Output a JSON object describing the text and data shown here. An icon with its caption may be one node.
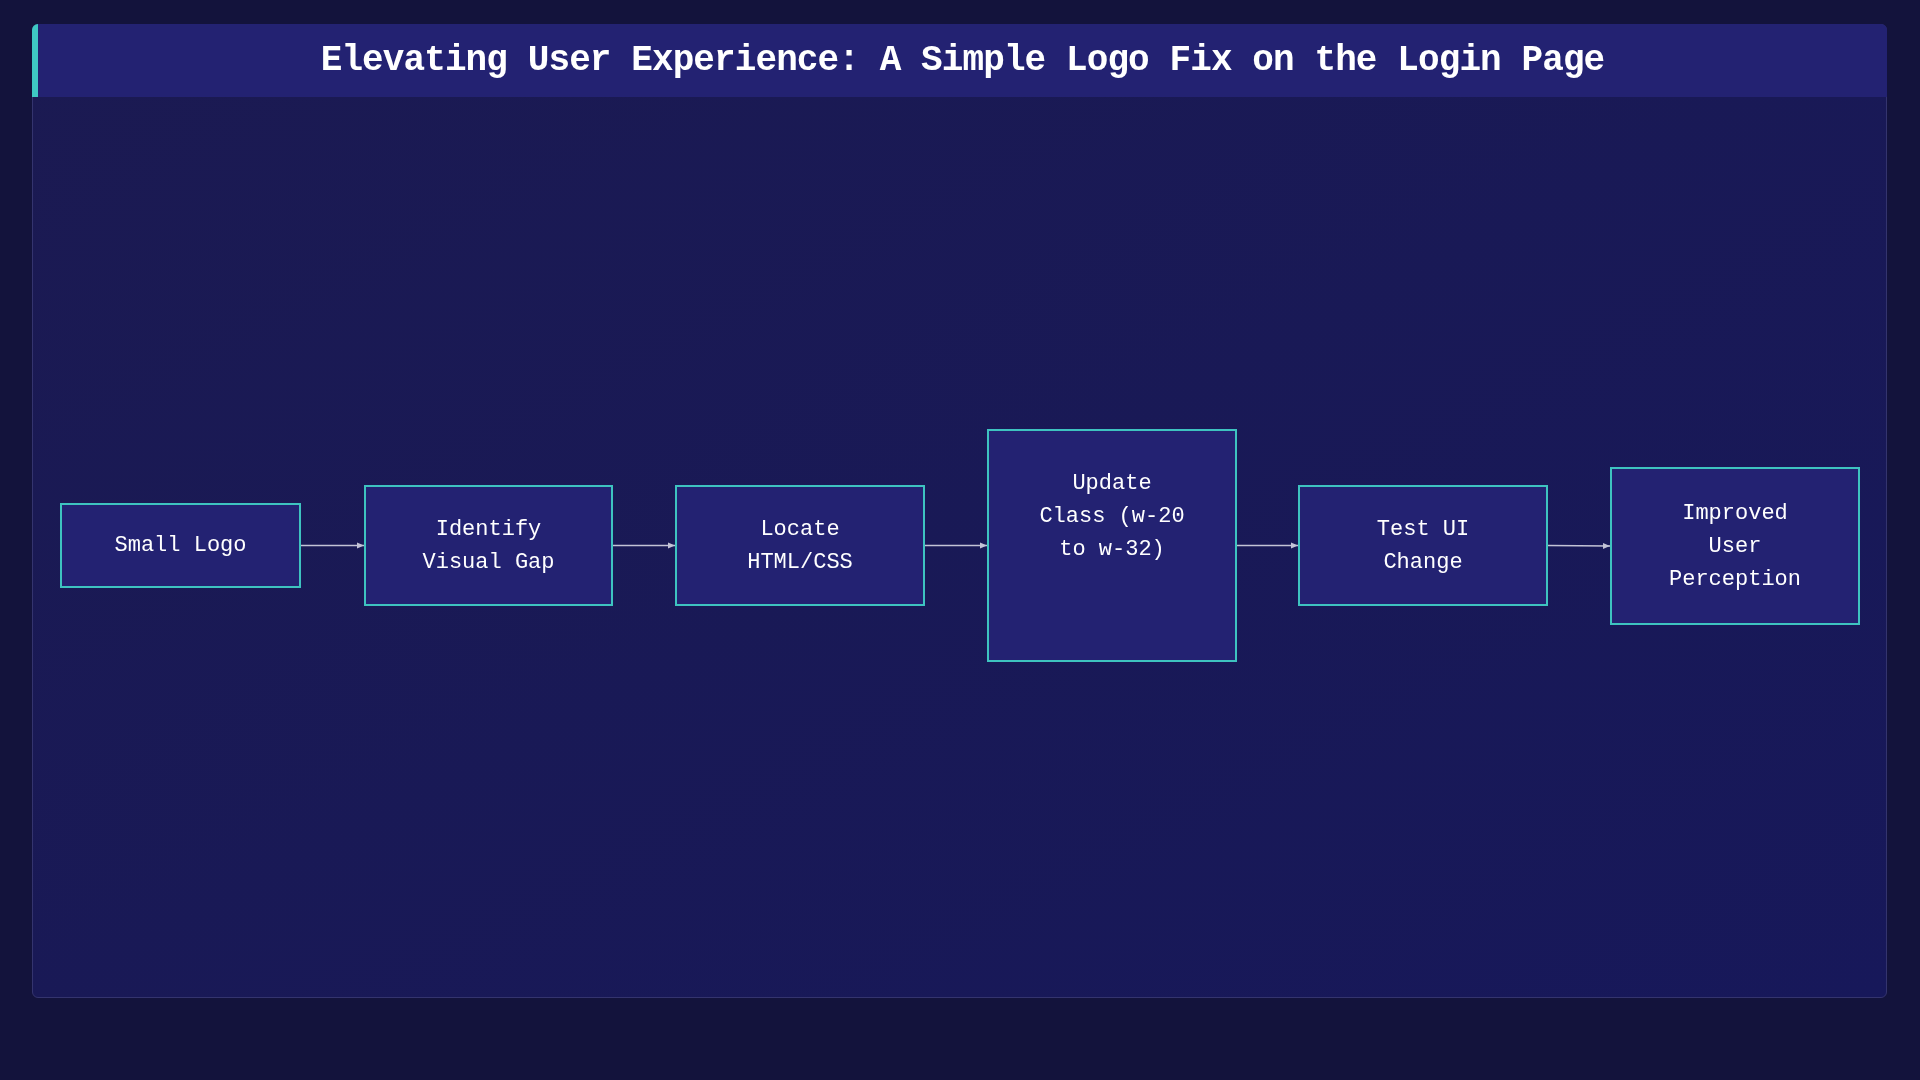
{
  "diagram": {
    "title": "Elevating User Experience: A Simple Logo Fix on the Login Page",
    "nodes": [
      {
        "text": [
          "Small Logo"
        ]
      },
      {
        "text": [
          "Identify Visual Gap"
        ]
      },
      {
        "text": [
          "Locate HTML/CSS"
        ]
      },
      {
        "text": [
          "Update Class (w-20 to w-32)"
        ]
      },
      {
        "text": [
          "Test UI Change"
        ]
      },
      {
        "text": [
          "Improved User Perception"
        ]
      }
    ],
    "edges": [
      {
        "from": 0,
        "to": 1,
        "arrow": "to"
      },
      {
        "from": 1,
        "to": 2,
        "arrow": "to"
      },
      {
        "from": 2,
        "to": 3,
        "arrow": "to"
      },
      {
        "from": 3,
        "to": 4,
        "arrow": "to"
      },
      {
        "from": 4,
        "to": 5,
        "arrow": "to"
      }
    ]
  }
}
